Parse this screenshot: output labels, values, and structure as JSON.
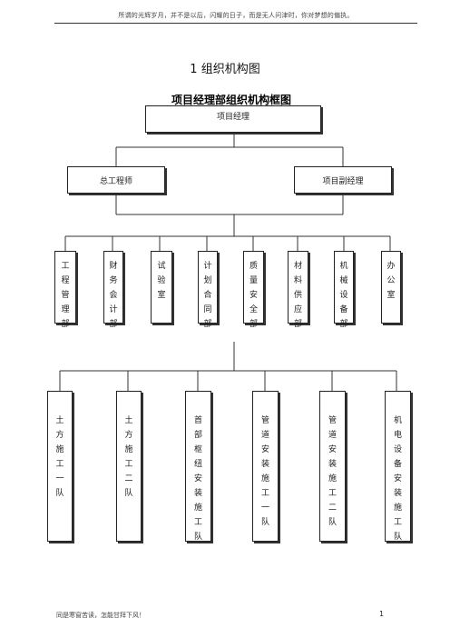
{
  "page_header": "所谓的光辉岁月，并不是以后，闪耀的日子，而是无人问津时，你对梦想的偏执。",
  "section_heading": "1  组织机构图",
  "org_chart": {
    "title": "项目经理部组织机构框图",
    "root": "项目经理",
    "level2": [
      "总工程师",
      "项目副经理"
    ],
    "departments": [
      [
        "工",
        "程",
        "管",
        "理",
        "部"
      ],
      [
        "财",
        "务",
        "会",
        "计",
        "部"
      ],
      [
        "试",
        "验",
        "室"
      ],
      [
        "计",
        "划",
        "合",
        "同",
        "部"
      ],
      [
        "质",
        "量",
        "安",
        "全",
        "部"
      ],
      [
        "材",
        "料",
        "供",
        "应",
        "部"
      ],
      [
        "机",
        "械",
        "设",
        "备",
        "部"
      ],
      [
        "办",
        "公",
        "室"
      ]
    ],
    "teams": [
      [
        "土",
        "方",
        "施",
        "工",
        "一",
        "队"
      ],
      [
        "土",
        "方",
        "施",
        "工",
        "二",
        "队"
      ],
      [
        "首",
        "部",
        "枢",
        "纽",
        "安",
        "装",
        "施",
        "工",
        "队"
      ],
      [
        "管",
        "道",
        "安",
        "装",
        "施",
        "工",
        "一",
        "队"
      ],
      [
        "管",
        "道",
        "安",
        "装",
        "施",
        "工",
        "二",
        "队"
      ],
      [
        "机",
        "电",
        "设",
        "备",
        "安",
        "装",
        "施",
        "工",
        "队"
      ]
    ]
  },
  "page_footer": "同是寒窗苦读，怎能甘拜下风！",
  "page_number": "1"
}
